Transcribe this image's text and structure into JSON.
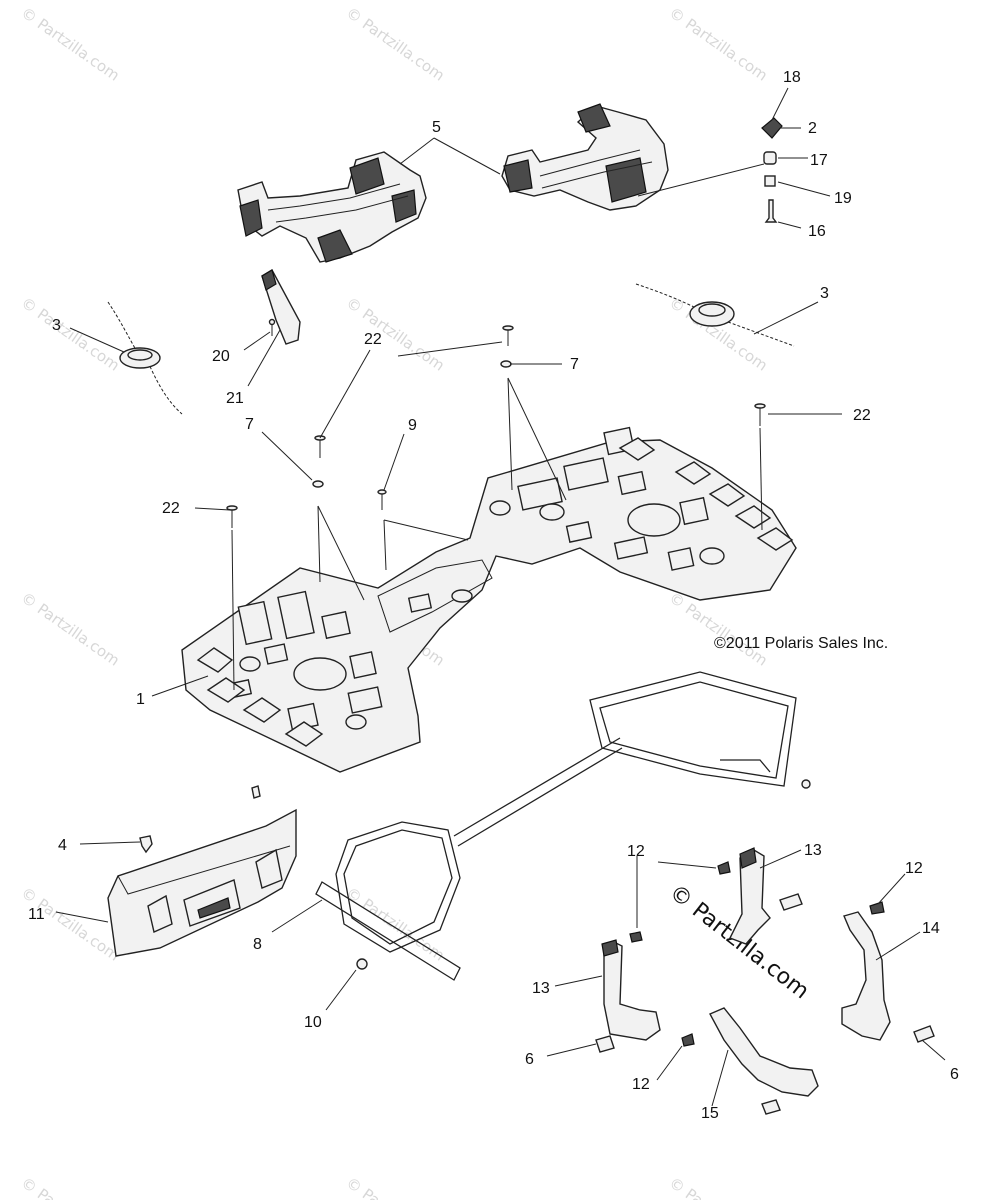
{
  "watermark_text": "© Partzilla.com",
  "copyright_text": "©2011 Polaris Sales Inc.",
  "callouts": [
    "1",
    "2",
    "3",
    "3",
    "4",
    "5",
    "6",
    "6",
    "7",
    "7",
    "8",
    "9",
    "10",
    "11",
    "12",
    "12",
    "12",
    "13",
    "13",
    "14",
    "15",
    "16",
    "17",
    "18",
    "19",
    "20",
    "21",
    "22",
    "22",
    "22"
  ]
}
